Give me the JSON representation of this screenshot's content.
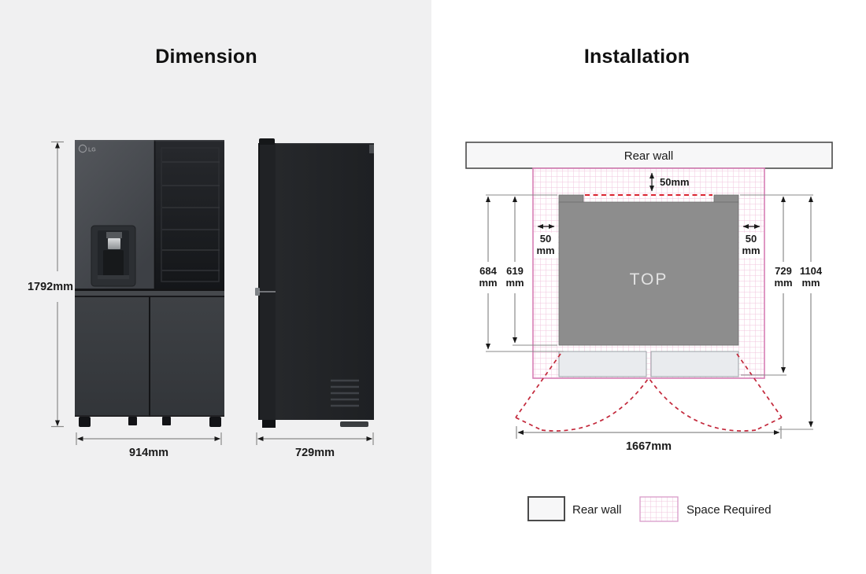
{
  "left_panel": {
    "title": "Dimension",
    "logo": "LG",
    "height_label": "1792mm",
    "width_label": "914mm",
    "depth_label": "729mm"
  },
  "right_panel": {
    "title": "Installation",
    "rear_wall_label": "Rear wall",
    "top_surface_label": "TOP",
    "back_clearance_label": "50mm",
    "left_clearance": {
      "value": "50",
      "unit": "mm"
    },
    "right_clearance": {
      "value": "50",
      "unit": "mm"
    },
    "dim_684": {
      "value": "684",
      "unit": "mm"
    },
    "dim_619": {
      "value": "619",
      "unit": "mm"
    },
    "dim_729": {
      "value": "729",
      "unit": "mm"
    },
    "dim_1104": {
      "value": "1104",
      "unit": "mm"
    },
    "doors_open_width_label": "1667mm",
    "legend": {
      "rear_wall": "Rear wall",
      "space_required": "Space Required"
    }
  },
  "colors": {
    "left_bg": "#f0f0f1",
    "right_bg": "#ffffff",
    "wall_fill": "#f7f7f8",
    "wall_stroke": "#4b4b4b",
    "grid_pink": "#f0c6de",
    "grid_border_pink": "#d77fb6",
    "top_surface_gray": "#8d8d8d",
    "door_fill": "#e9ebee",
    "dashed_red": "#da2430",
    "swing_red": "#c3283b",
    "dim_line_gray": "#8a8a8a",
    "text_dark": "#1a1a1a"
  }
}
